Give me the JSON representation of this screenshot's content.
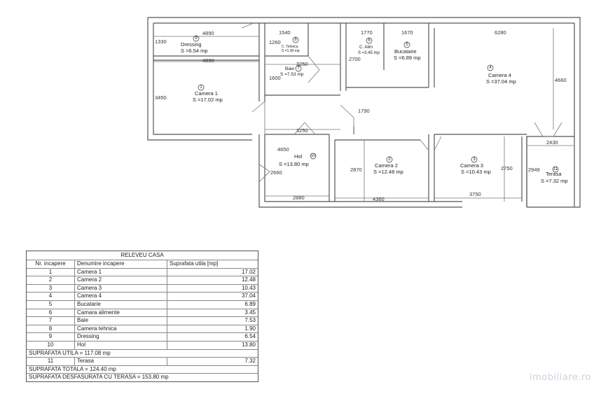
{
  "plan": {
    "dims": [
      {
        "id": "d4890a",
        "text": "4890"
      },
      {
        "id": "d1330",
        "text": "1330"
      },
      {
        "id": "d4890b",
        "text": "4890"
      },
      {
        "id": "d1540",
        "text": "1540"
      },
      {
        "id": "d1260",
        "text": "1260"
      },
      {
        "id": "d3250a",
        "text": "3250"
      },
      {
        "id": "d1600",
        "text": "1600"
      },
      {
        "id": "d1770",
        "text": "1770"
      },
      {
        "id": "d1670",
        "text": "1670"
      },
      {
        "id": "d2700",
        "text": "2700"
      },
      {
        "id": "d6280",
        "text": "6280"
      },
      {
        "id": "d4660",
        "text": "4660"
      },
      {
        "id": "d3450",
        "text": "3450"
      },
      {
        "id": "d1790",
        "text": "1790"
      },
      {
        "id": "d3250b",
        "text": "3250"
      },
      {
        "id": "d4650",
        "text": "4650"
      },
      {
        "id": "d2660",
        "text": "2660"
      },
      {
        "id": "d2880",
        "text": "2880"
      },
      {
        "id": "d4360",
        "text": "4360"
      },
      {
        "id": "d2870",
        "text": "2870"
      },
      {
        "id": "d2750",
        "text": "2750"
      },
      {
        "id": "d3750",
        "text": "3750"
      },
      {
        "id": "d2430",
        "text": "2430"
      },
      {
        "id": "d2949",
        "text": "2949"
      }
    ],
    "rooms": [
      {
        "id": "r9",
        "num": "9",
        "name": "Dressing",
        "area": "S =6.54 mp"
      },
      {
        "id": "r8",
        "num": "8",
        "name": "C. Tehnica",
        "area": "S =1.90 mp"
      },
      {
        "id": "r7",
        "num": "7",
        "name": "Baie",
        "area": "S =7.53 mp"
      },
      {
        "id": "r6",
        "num": "6",
        "name": "C. Alim",
        "area": "S =3.45 mp"
      },
      {
        "id": "r5",
        "num": "5",
        "name": "Bucatarie",
        "area": "S =6.89 mp"
      },
      {
        "id": "r4",
        "num": "4",
        "name": "Camera 4",
        "area": "S =37.04 mp"
      },
      {
        "id": "r1",
        "num": "1",
        "name": "Camera 1",
        "area": "S =17.02 mp"
      },
      {
        "id": "r10",
        "num": "10",
        "name": "Hol",
        "area": "S =13.80 mp"
      },
      {
        "id": "r2",
        "num": "2",
        "name": "Camera 2",
        "area": "S =12.48 mp"
      },
      {
        "id": "r3",
        "num": "3",
        "name": "Camera 3",
        "area": "S =10.43 mp"
      },
      {
        "id": "r11",
        "num": "11",
        "name": "Terasa",
        "area": "S =7.32 mp"
      }
    ]
  },
  "table": {
    "title": "RELEVEU CASA",
    "headers": [
      "Nr. incapere",
      "Denumire incapere",
      "Suprafata utila [mp]"
    ],
    "rows": [
      [
        "1",
        "Camera 1",
        "17.02"
      ],
      [
        "2",
        "Camera 2",
        "12.48"
      ],
      [
        "3",
        "Camera 3",
        "10.43"
      ],
      [
        "4",
        "Camera 4",
        "37.04"
      ],
      [
        "5",
        "Bucatarie",
        "6.89"
      ],
      [
        "6",
        "Camara alimente",
        "3.45"
      ],
      [
        "7",
        "Baie",
        "7.53"
      ],
      [
        "8",
        "Camera tehnica",
        "1.90"
      ],
      [
        "9",
        "Dressing",
        "6.54"
      ],
      [
        "10",
        "Hol",
        "13.80"
      ]
    ],
    "suprafata_utila": "SUPRAFATA UTILA = 117.08 mp",
    "terasa_row": [
      "11",
      "Terasa",
      "7.32"
    ],
    "suprafata_totala": "SUPRAFATA TOTALA = 124.40 mp",
    "suprafata_desfasurata": "SUPRAFATA DESFASURATA CU TERASA = 153.80 mp"
  },
  "watermark": "imobiliare.ro"
}
